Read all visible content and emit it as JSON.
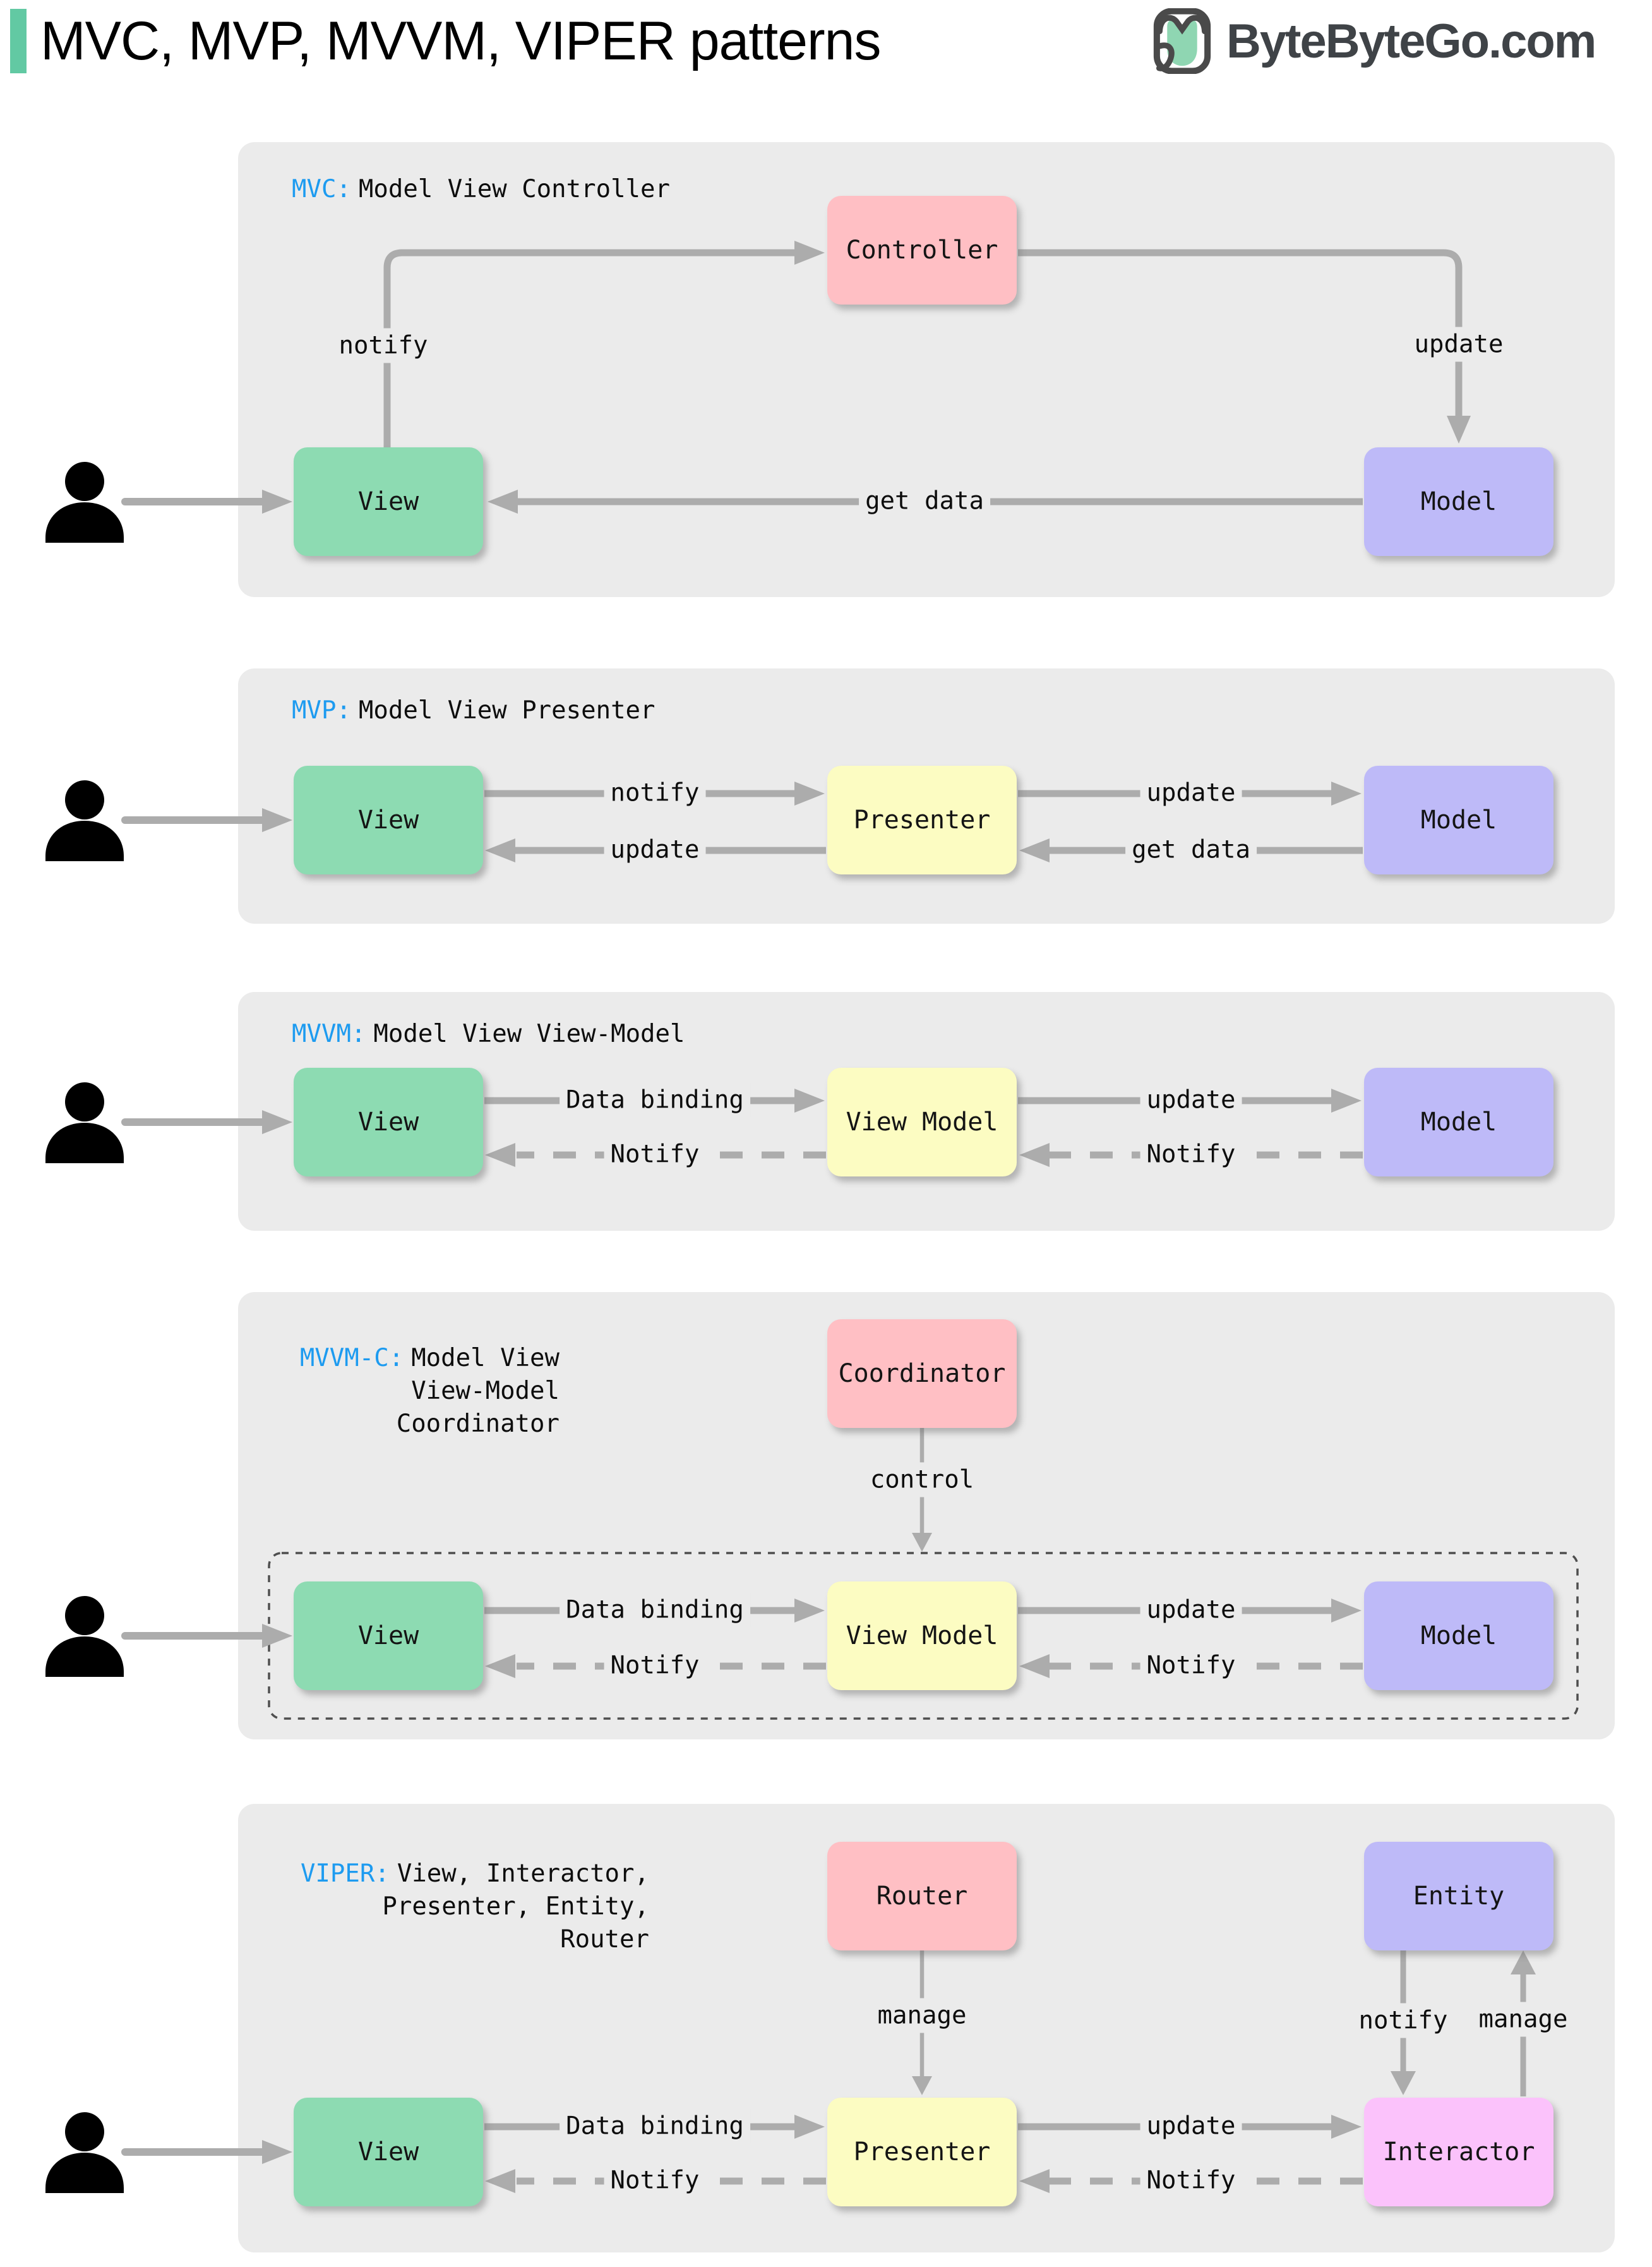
{
  "header": {
    "title": "MVC, MVP, MVVM, VIPER patterns",
    "brand": "ByteByteGo.com"
  },
  "colors": {
    "accent_bar": "#62C9A3",
    "brand_text": "#3F4347",
    "logo_green": "#8FD6B2",
    "keyword_blue": "#1D9BF0",
    "panel_bg": "#EBEBEB",
    "arrow_gray": "#ACACAC",
    "node_view_green": "#8DDBB2",
    "node_controller_pink": "#FFBFC4",
    "node_model_purple": "#BEBAF8",
    "node_presenter_yellow": "#FCFCC2",
    "node_interactor_magenta": "#FBC2FB"
  },
  "panels": {
    "mvc": {
      "prefix": "MVC:",
      "label": "Model View Controller",
      "nodes": {
        "view": "View",
        "controller": "Controller",
        "model": "Model"
      },
      "edges": {
        "notify": "notify",
        "update": "update",
        "get_data": "get data"
      }
    },
    "mvp": {
      "prefix": "MVP:",
      "label": "Model View Presenter",
      "nodes": {
        "view": "View",
        "presenter": "Presenter",
        "model": "Model"
      },
      "edges": {
        "notify": "notify",
        "update_model": "update",
        "get_data": "get data",
        "update_view": "update"
      }
    },
    "mvvm": {
      "prefix": "MVVM:",
      "label": "Model View View-Model",
      "nodes": {
        "view": "View",
        "view_model": "View Model",
        "model": "Model"
      },
      "edges": {
        "data_binding": "Data binding",
        "update": "update",
        "notify_vm": "Notify",
        "notify_view": "Notify"
      }
    },
    "mvvmc": {
      "prefix": "MVVM-C:",
      "label": "Model View\nView-Model\nCoordinator",
      "nodes": {
        "coordinator": "Coordinator",
        "view": "View",
        "view_model": "View Model",
        "model": "Model"
      },
      "edges": {
        "control": "control",
        "data_binding": "Data binding",
        "update": "update",
        "notify_vm": "Notify",
        "notify_view": "Notify"
      }
    },
    "viper": {
      "prefix": "VIPER:",
      "label": "View, Interactor,\nPresenter, Entity,\nRouter",
      "nodes": {
        "router": "Router",
        "entity": "Entity",
        "view": "View",
        "presenter": "Presenter",
        "interactor": "Interactor"
      },
      "edges": {
        "manage_presenter": "manage",
        "notify_interactor": "notify",
        "manage_entity": "manage",
        "data_binding": "Data binding",
        "update": "update",
        "notify_presenter": "Notify",
        "notify_view": "Notify"
      }
    }
  }
}
